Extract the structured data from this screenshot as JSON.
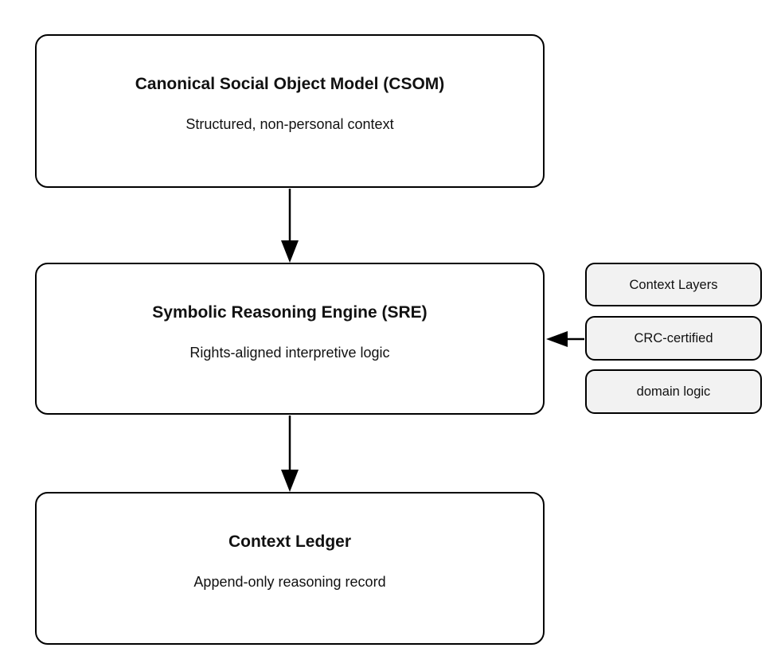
{
  "diagram": {
    "colors": {
      "background": "#ffffff",
      "node_fill": "#ffffff",
      "side_node_fill": "#f2f2f2",
      "stroke": "#000000",
      "text": "#111111"
    },
    "nodes": [
      {
        "id": "csom",
        "title": "Canonical Social Object Model (CSOM)",
        "subtitle": "Structured, non-personal context"
      },
      {
        "id": "sre",
        "title": "Symbolic Reasoning Engine (SRE)",
        "subtitle": "Rights-aligned interpretive logic"
      },
      {
        "id": "context-ledger",
        "title": "Context Ledger",
        "subtitle": "Append-only reasoning record"
      }
    ],
    "side_nodes": [
      {
        "id": "context-layers",
        "label": "Context Layers"
      },
      {
        "id": "crc-certified",
        "label": "CRC-certified"
      },
      {
        "id": "domain-logic",
        "label": "domain logic"
      }
    ],
    "edges": [
      {
        "from": "csom",
        "to": "sre",
        "direction": "down"
      },
      {
        "from": "sre",
        "to": "context-ledger",
        "direction": "down"
      },
      {
        "from": "crc-certified",
        "to": "sre",
        "direction": "left"
      }
    ]
  }
}
